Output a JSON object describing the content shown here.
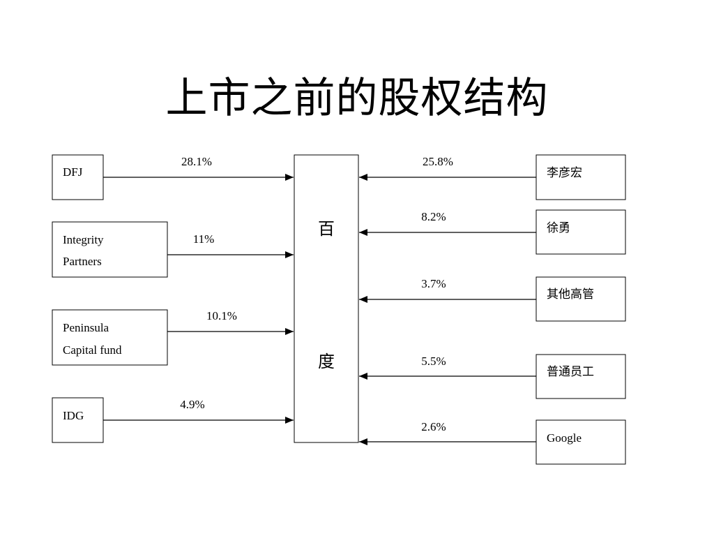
{
  "title": "上市之前的股权结构",
  "center": {
    "label_top": "百",
    "label_bottom": "度"
  },
  "left_holders": [
    {
      "lines": [
        "DFJ"
      ],
      "percent": "28.1%"
    },
    {
      "lines": [
        "Integrity",
        "Partners"
      ],
      "percent": "11%"
    },
    {
      "lines": [
        "Peninsula",
        "Capital fund"
      ],
      "percent": "10.1%"
    },
    {
      "lines": [
        "IDG"
      ],
      "percent": "4.9%"
    }
  ],
  "right_holders": [
    {
      "lines": [
        "李彦宏"
      ],
      "percent": "25.8%"
    },
    {
      "lines": [
        "徐勇"
      ],
      "percent": "8.2%"
    },
    {
      "lines": [
        "其他高管"
      ],
      "percent": "3.7%"
    },
    {
      "lines": [
        "普通员工"
      ],
      "percent": "5.5%"
    },
    {
      "lines": [
        "Google"
      ],
      "percent": "2.6%"
    }
  ]
}
